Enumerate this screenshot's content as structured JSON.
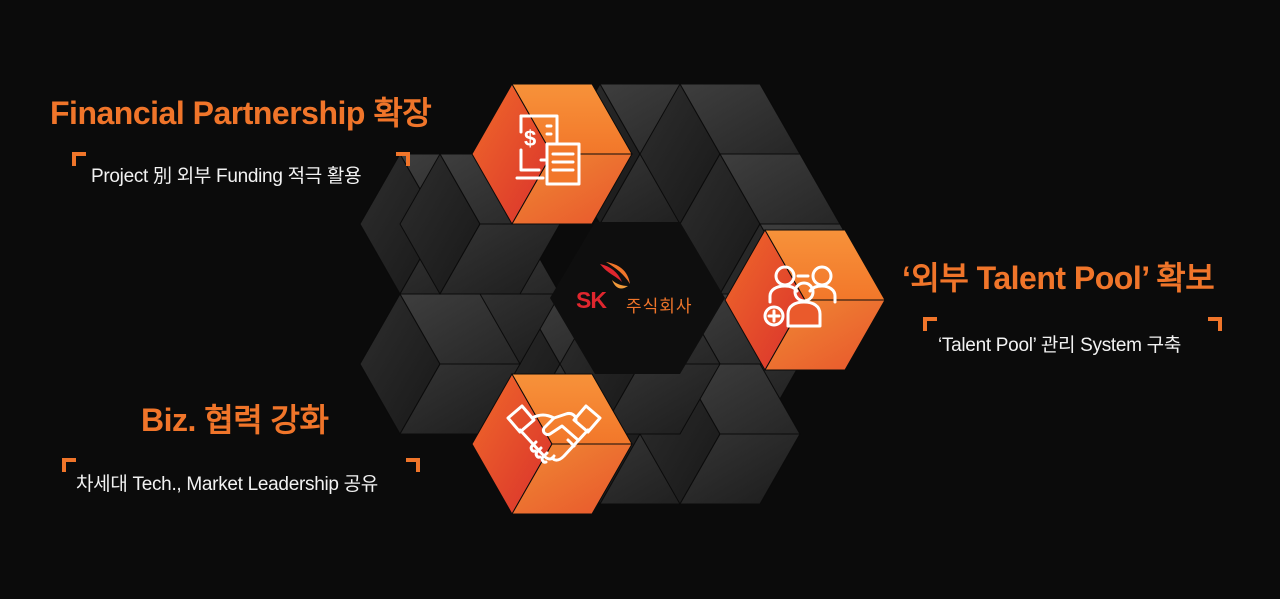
{
  "logo": {
    "brand": "SK",
    "company": "주식회사"
  },
  "blocks": [
    {
      "title": "Financial Partnership 확장",
      "subtitle": "Project 別 외부 Funding 적극 활용",
      "icon": "finance-document-icon"
    },
    {
      "title": "‘외부 Talent Pool’ 확보",
      "subtitle": "‘Talent Pool’ 관리 System 구축",
      "icon": "people-add-icon"
    },
    {
      "title": "Biz. 협력 강화",
      "subtitle": "차세대 Tech., Market Leadership 공유",
      "icon": "handshake-icon"
    }
  ],
  "colors": {
    "background": "#0b0b0b",
    "accent": "#f0752a",
    "accent_red": "#e03a2c",
    "brand_red": "#e0262e"
  }
}
